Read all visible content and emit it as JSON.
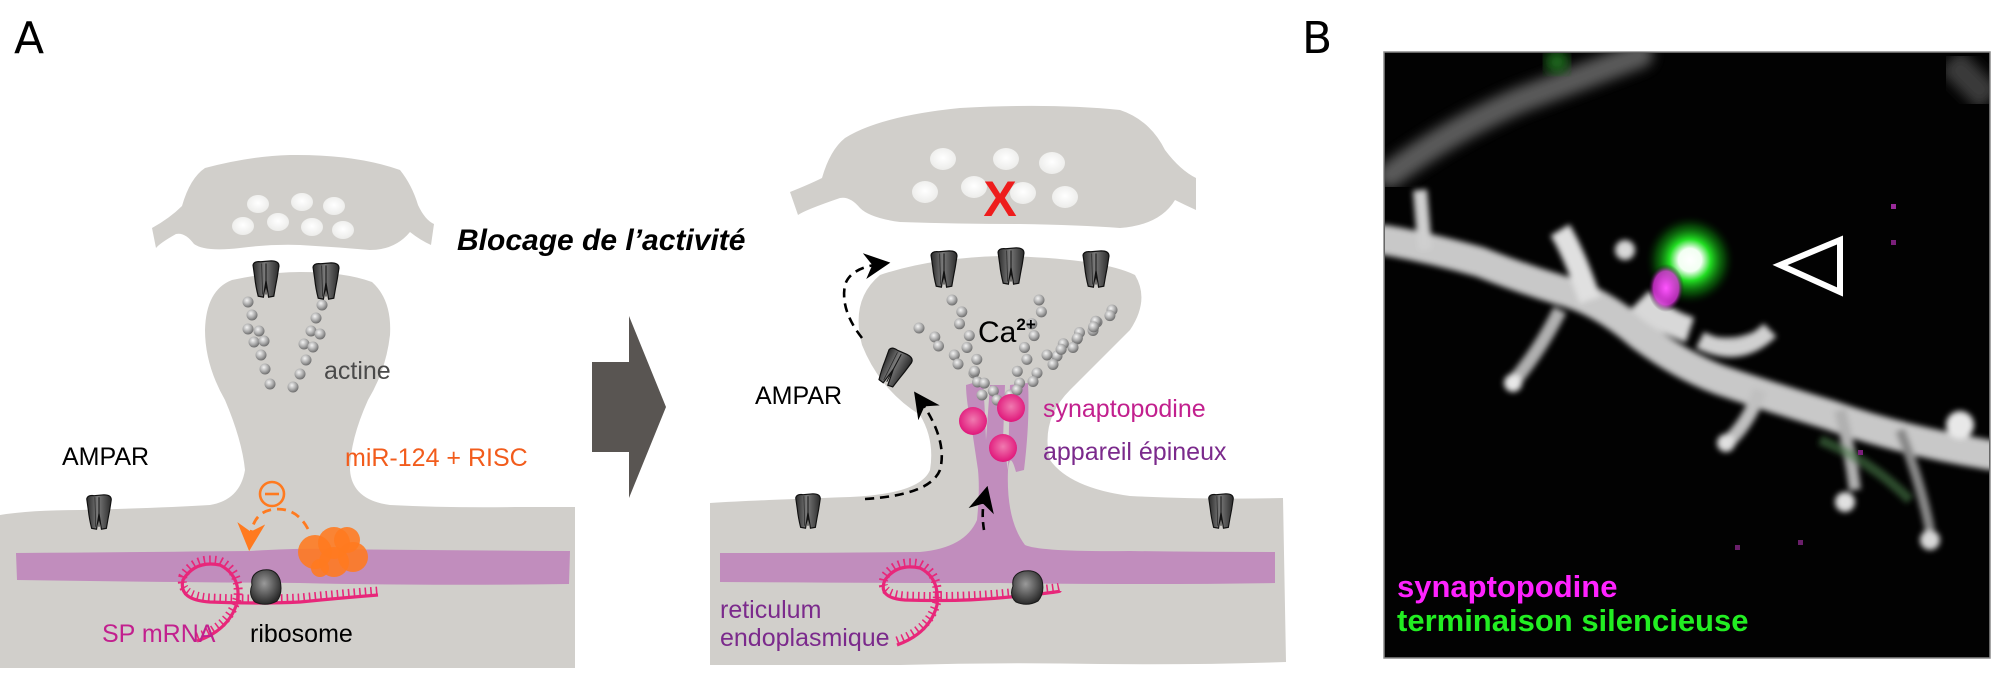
{
  "figure": {
    "panel_a": {
      "letter": "A",
      "transition_label": "Blocage de l’activité",
      "left_scheme": {
        "labels": {
          "actin": "actine",
          "ampar": "AMPAR",
          "mirna": "miR-124 + RISC",
          "mrna": "SP mRNA",
          "ribosome": "ribosome",
          "inhibition_symbol": "⊖"
        }
      },
      "right_scheme": {
        "labels": {
          "calcium": "Ca",
          "calcium_charge": "2+",
          "ampar": "AMPAR",
          "synaptopodin": "synaptopodine",
          "spine_apparatus": "appareil épineux",
          "er_line1": "reticulum",
          "er_line2": "endoplasmique",
          "blocked_marker": "X"
        }
      }
    },
    "panel_b": {
      "letter": "B",
      "legend": [
        {
          "label": "synaptopodine",
          "color": "#ff22ff"
        },
        {
          "label": "terminaison silencieuse",
          "color": "#22ee22"
        }
      ],
      "pointer": "arrowhead-pointing-left"
    },
    "colors": {
      "cell_gray": "#d1cfcb",
      "er_purple": "#c18dbd",
      "mrna_pink": "#e8277a",
      "synaptopodin_pink": "#e6207e",
      "risc_orange": "#ff7a1f",
      "mirna_text": "#f25c1c",
      "purple_text": "#7b2a8c",
      "magenta_text": "#c2208e",
      "arrow_gray": "#595552",
      "block_red": "#ee1c1c"
    }
  }
}
